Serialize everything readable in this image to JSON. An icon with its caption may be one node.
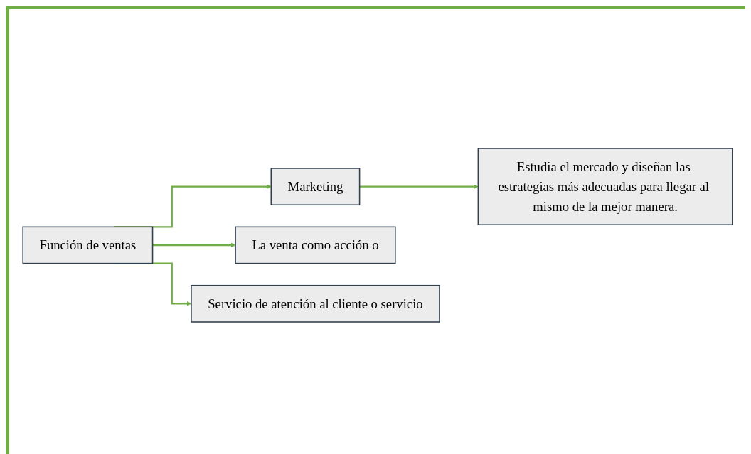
{
  "diagram": {
    "nodes": [
      {
        "text": [
          "Función de ventas"
        ]
      },
      {
        "text": [
          "Marketing"
        ]
      },
      {
        "text": [
          "La venta como acción o"
        ]
      },
      {
        "text": [
          "Servicio de atención al cliente o servicio"
        ]
      },
      {
        "text": [
          "Estudia el mercado y diseñan las estrategias más adecuadas para llegar al mismo de la mejor manera."
        ]
      }
    ],
    "edges": [
      {
        "from": 0,
        "to": 1,
        "arrow": "to"
      },
      {
        "from": 0,
        "to": 2,
        "arrow": "to"
      },
      {
        "from": 0,
        "to": 3,
        "arrow": "to"
      },
      {
        "from": 1,
        "to": 4,
        "arrow": "to"
      }
    ]
  }
}
